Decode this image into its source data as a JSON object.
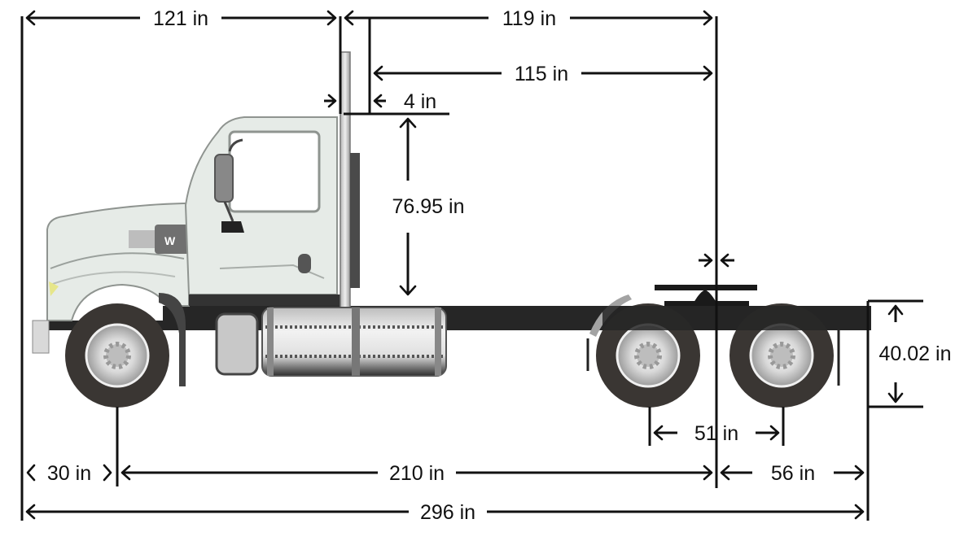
{
  "diagram": {
    "subject": "Day cab tandem-axle truck tractor, side-view dimension drawing",
    "unit": "in",
    "dimensions": {
      "front_to_back_of_cab": {
        "label": "121 in",
        "value": 121
      },
      "back_of_cab_to_fifth_wheel": {
        "label": "119 in",
        "value": 119
      },
      "stack_clearance_to_fifth_wheel": {
        "label": "115 in",
        "value": 115
      },
      "cab_to_stack_gap": {
        "label": "4 in",
        "value": 4
      },
      "cab_height_above_frame": {
        "label": "76.95 in",
        "value": 76.95
      },
      "frame_height": {
        "label": "40.02 in",
        "value": 40.02
      },
      "tandem_axle_spread": {
        "label": "51 in",
        "value": 51
      },
      "bumper_to_front_axle": {
        "label": "30 in",
        "value": 30
      },
      "wheelbase": {
        "label": "210 in",
        "value": 210
      },
      "rear_overhang": {
        "label": "56 in",
        "value": 56
      },
      "overall_length": {
        "label": "296 in",
        "value": 296
      }
    },
    "colors": {
      "line": "#111111",
      "cab": "#e6ebe7",
      "cab_outline": "#8f9490",
      "frame": "#262626",
      "tire": "#3a3633",
      "rim": "#cfcfcf",
      "tank": "#d9d9d9"
    }
  }
}
